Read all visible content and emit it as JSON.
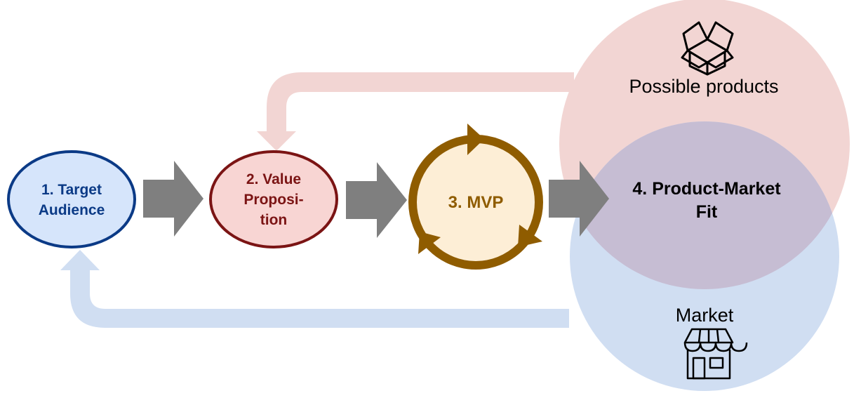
{
  "nodes": {
    "target_audience": {
      "line1": "1. Target",
      "line2": "Audience",
      "color": "#0b3a86",
      "fill": "#d6e5fb"
    },
    "value_proposition": {
      "line1": "2. Value",
      "line2": "Proposi-",
      "line3": "tion",
      "color": "#7b1414",
      "fill": "#f8d5d3"
    },
    "mvp": {
      "label": "3. MVP",
      "color": "#8f5c00",
      "fill": "#fdeed6"
    },
    "product_market_fit": {
      "line1": "4. Product-Market",
      "line2": "Fit"
    }
  },
  "venn": {
    "products": {
      "label": "Possible products",
      "color": "#f2d5d3",
      "icon": "open-box-icon"
    },
    "market": {
      "label": "Market",
      "color": "#d0def2",
      "icon": "storefront-icon"
    },
    "overlap_color": "#c6bdd3"
  },
  "arrows": {
    "flow_color": "#7f7f7f",
    "feedback_product_color": "#f2d5d3",
    "feedback_market_color": "#d0def2"
  }
}
